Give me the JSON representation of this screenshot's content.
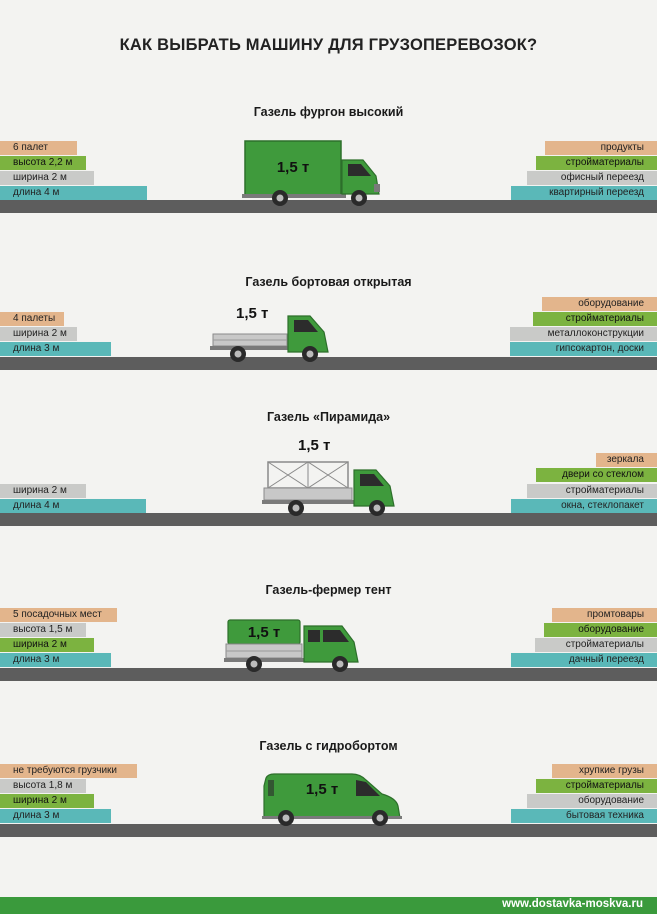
{
  "title": "КАК ВЫБРАТЬ МАШИНУ ДЛЯ ГРУЗОПЕРЕВОЗОК?",
  "colors": {
    "orange": "#e3b58c",
    "green": "#7cb340",
    "grey": "#c9cac8",
    "teal": "#5ab8b8",
    "road": "#5d5d5d",
    "truck_green": "#3f9a3c",
    "footer": "#3a9a3c"
  },
  "sections": [
    {
      "title": "Газель фургон высокий",
      "capacity": "1,5 т",
      "specs": [
        "6 палет",
        "высота 2,2 м",
        "ширина 2 м",
        "длина 4 м"
      ],
      "uses": [
        "продукты",
        "стройматериалы",
        "офисный переезд",
        "квартирный переезд"
      ]
    },
    {
      "title": "Газель бортовая открытая",
      "capacity": "1,5 т",
      "specs": [
        "4 палеты",
        "ширина 2 м",
        "длина 3 м"
      ],
      "uses": [
        "оборудование",
        "стройматериалы",
        "металлоконструкции",
        "гипсокартон, доски"
      ]
    },
    {
      "title": "Газель «Пирамида»",
      "capacity": "1,5 т",
      "specs": [
        "ширина 2 м",
        "длина 4 м"
      ],
      "uses": [
        "зеркала",
        "двери со стеклом",
        "стройматериалы",
        "окна, стеклопакет"
      ]
    },
    {
      "title": "Газель-фермер тент",
      "capacity": "1,5 т",
      "specs": [
        "5 посадочных мест",
        "высота 1,5 м",
        "ширина 2 м",
        "длина 3 м"
      ],
      "uses": [
        "промтовары",
        "оборудование",
        "стройматериалы",
        "дачный переезд"
      ]
    },
    {
      "title": "Газель с гидробортом",
      "capacity": "1,5 т",
      "specs": [
        "не требуются грузчики",
        "высота 1,8 м",
        "ширина 2 м",
        "длина 3 м"
      ],
      "uses": [
        "хрупкие грузы",
        "стройматериалы",
        "оборудование",
        "бытовая техника"
      ]
    }
  ],
  "footer": {
    "url": "www.dostavka-moskva.ru"
  }
}
